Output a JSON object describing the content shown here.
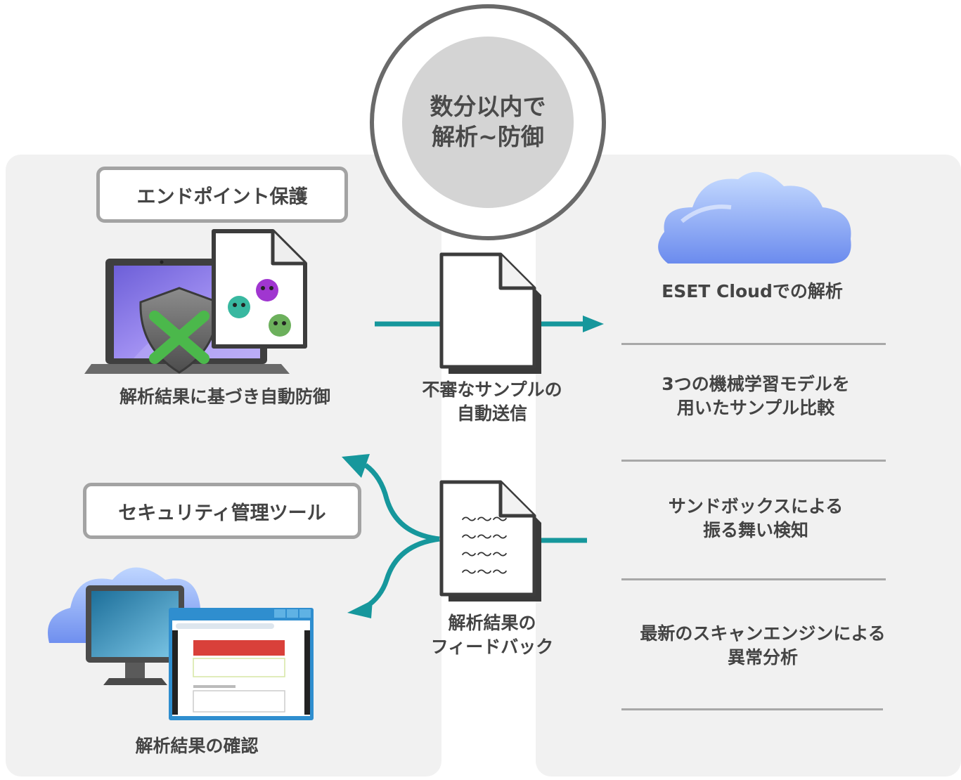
{
  "badge": {
    "line1": "数分以内で",
    "line2": "解析~防御"
  },
  "left": {
    "endpoint_label": "エンドポイント保護",
    "endpoint_caption": "解析結果に基づき自動防御",
    "mgmt_label": "セキュリティ管理ツール",
    "mgmt_caption": "解析結果の確認"
  },
  "center": {
    "send_caption": [
      "不審なサンプルの",
      "自動送信"
    ],
    "feedback_caption": [
      "解析結果の",
      "フィードバック"
    ],
    "feedback_doc_lines": [
      "〜〜〜",
      "〜〜〜",
      "〜〜〜",
      "〜〜〜"
    ]
  },
  "right": {
    "cloud_caption": "ESET Cloudでの解析",
    "items": [
      [
        "3つの機械学習モデルを",
        "用いたサンプル比較"
      ],
      [
        "サンドボックスによる",
        "振る舞い検知"
      ],
      [
        "最新のスキャンエンジンによる",
        "異常分析"
      ]
    ]
  },
  "colors": {
    "teal": "#16979c",
    "panel_gray": "#f1f1f1",
    "border_gray": "#a3a3a3",
    "alert_red": "#d9403a",
    "malware_purple": "#a036d0",
    "malware_teal": "#38b8a0",
    "malware_green": "#6cb05c"
  },
  "icons": [
    "shield-x-icon",
    "malware-icon",
    "document-icon",
    "cloud-icon",
    "monitor-icon",
    "browser-window-icon"
  ]
}
